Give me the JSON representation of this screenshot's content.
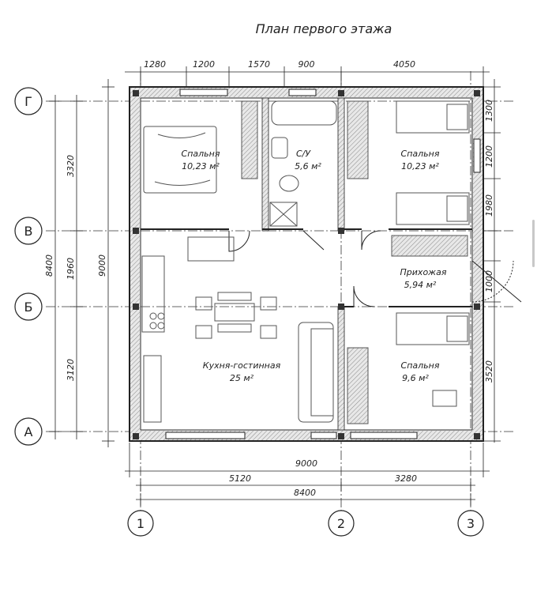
{
  "title": "План первого этажа",
  "dimensions": {
    "top": [
      "1280",
      "1200",
      "1570",
      "900",
      "4050"
    ],
    "right": [
      "1300",
      "1200",
      "1980",
      "1000",
      "3520"
    ],
    "left_outer": "8400",
    "left_inner": [
      "3320",
      "1960",
      "3120"
    ],
    "left_middle": "9000",
    "bottom_total": "9000",
    "bottom_parts": [
      "5120",
      "3280"
    ],
    "bottom_axes": "8400"
  },
  "axes": {
    "rows": [
      "Г",
      "В",
      "Б",
      "А"
    ],
    "cols": [
      "1",
      "2",
      "3"
    ]
  },
  "rooms": [
    {
      "name": "Спальня",
      "area": "10,23 м²"
    },
    {
      "name": "С/У",
      "area": "5,6 м²"
    },
    {
      "name": "Спальня",
      "area": "10,23 м²"
    },
    {
      "name": "Прихожая",
      "area": "5,94 м²"
    },
    {
      "name": "Кухня-гостинная",
      "area": "25 м²"
    },
    {
      "name": "Спальня",
      "area": "9,6 м²"
    }
  ]
}
